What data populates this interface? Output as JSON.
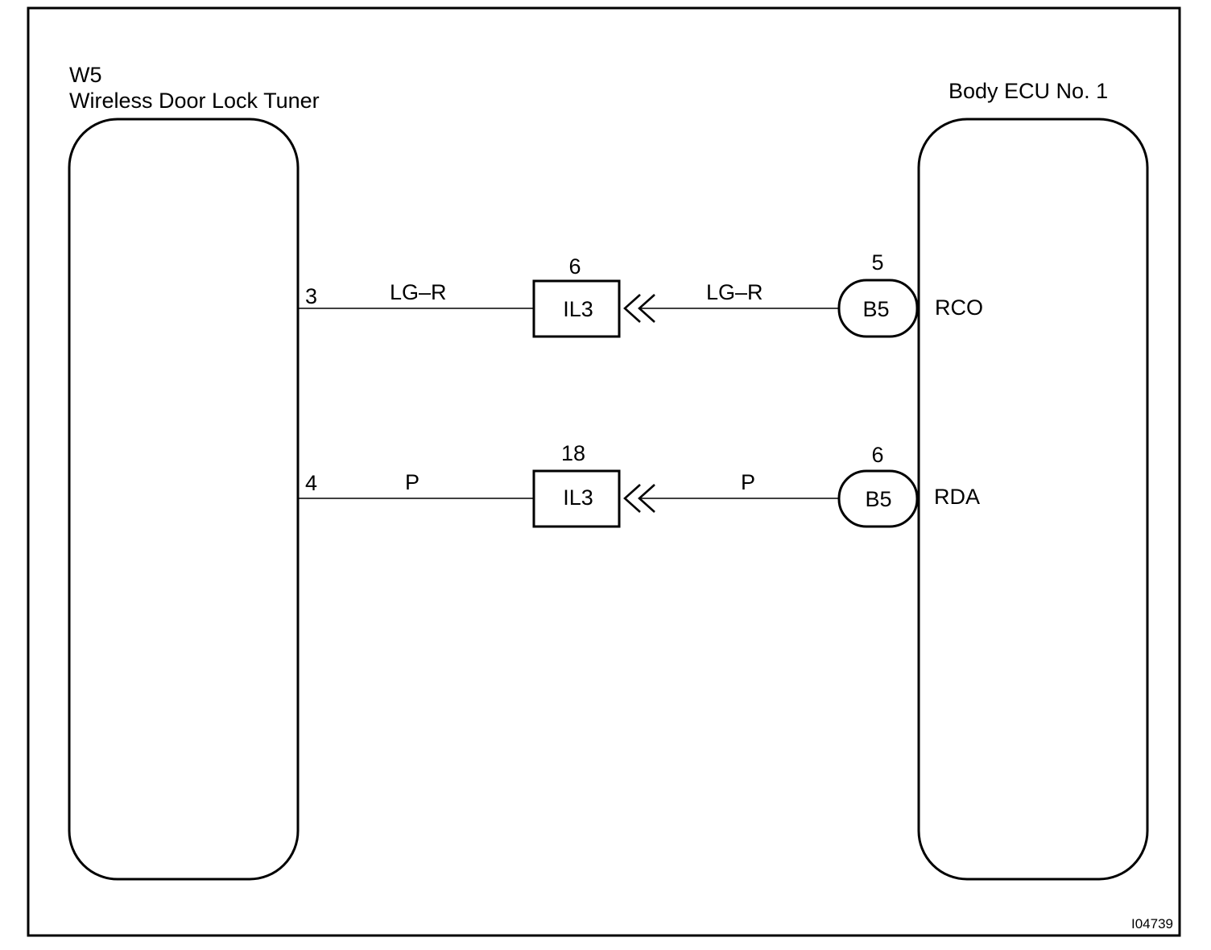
{
  "left_component": {
    "code": "W5",
    "name": "Wireless Door Lock Tuner"
  },
  "right_component": {
    "name": "Body ECU No. 1"
  },
  "circuits": [
    {
      "left_pin": "3",
      "left_wire_color": "LG–R",
      "junction_pin": "6",
      "junction_connector": "IL3",
      "right_wire_color": "LG–R",
      "ecu_pin": "5",
      "ecu_connector": "B5",
      "ecu_terminal": "RCO"
    },
    {
      "left_pin": "4",
      "left_wire_color": "P",
      "junction_pin": "18",
      "junction_connector": "IL3",
      "right_wire_color": "P",
      "ecu_pin": "6",
      "ecu_connector": "B5",
      "ecu_terminal": "RDA"
    }
  ],
  "figure_code": "I04739"
}
